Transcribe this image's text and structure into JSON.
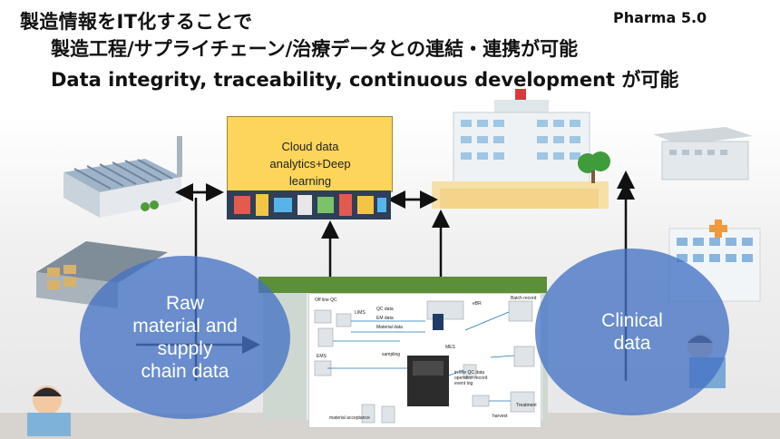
{
  "header": {
    "title_main": "製造情報をIT化することで",
    "title_sub1": "製造工程/サプライチェーン/治療データとの連結・連携が可能",
    "title_sub2": "Data integrity, traceability, continuous development が可能",
    "badge": "Pharma 5.0"
  },
  "cloud": {
    "line1": "Cloud data",
    "line2": "analytics+Deep",
    "line3": "learning"
  },
  "bubbles": {
    "raw": [
      "Raw",
      "material and",
      "supply",
      "chain data"
    ],
    "clinical": [
      "Clinical",
      "data"
    ]
  },
  "mes": {
    "labels": [
      "Off line QC",
      "QC data",
      "EM data",
      "Material data",
      "LIMS",
      "eBR",
      "Batch record",
      "EMS",
      "sampling",
      "MES",
      "in line QC data",
      "operation record",
      "event log",
      "Treatment",
      "harvest",
      "material acceptance"
    ]
  },
  "colors": {
    "bubble": "#4472c4",
    "cloud_box": "#fcd55a",
    "roof_green": "#5b8f3a"
  }
}
